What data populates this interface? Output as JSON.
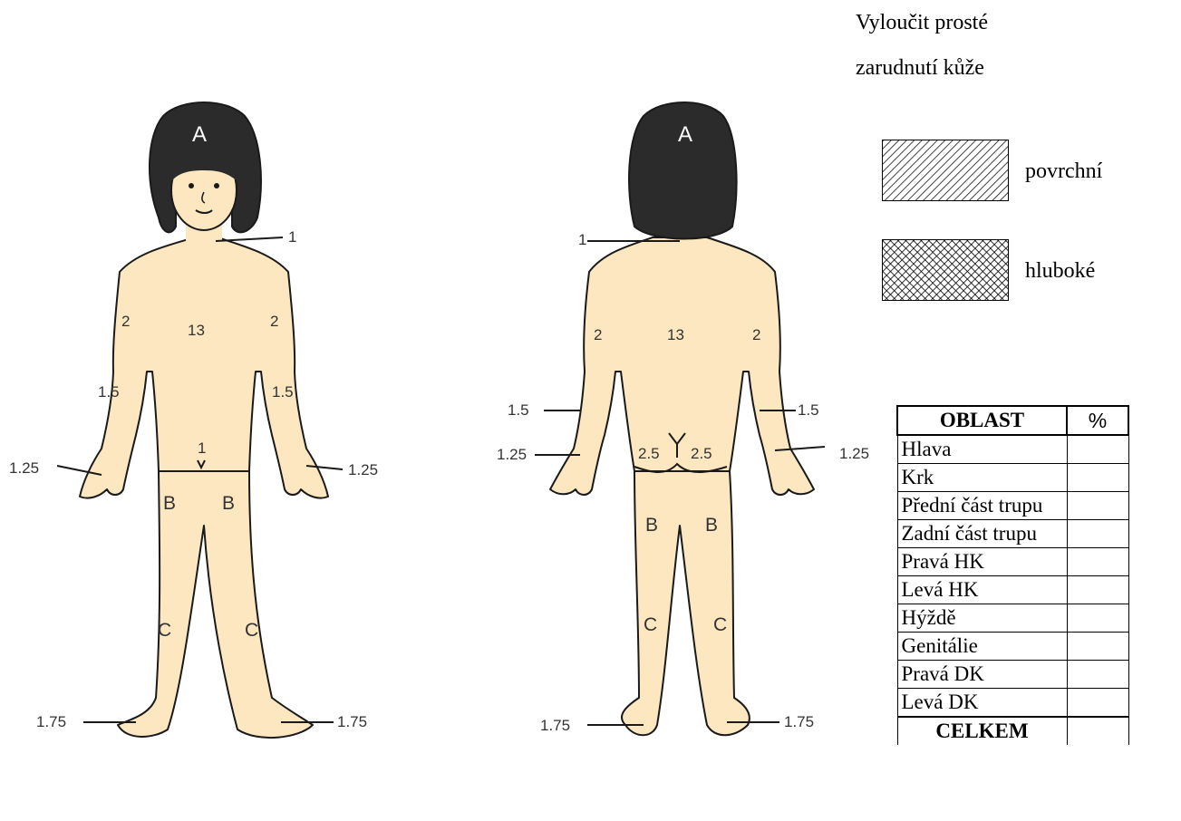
{
  "front_figure": {
    "head_letter": "A",
    "neck": "1",
    "upper_arm_left": "2",
    "upper_arm_right": "2",
    "trunk": "13",
    "forearm_left": "1.5",
    "forearm_right": "1.5",
    "genital": "1",
    "hand_left": "1.25",
    "hand_right": "1.25",
    "thigh_left": "B",
    "thigh_right": "B",
    "leg_left": "C",
    "leg_right": "C",
    "foot_left": "1.75",
    "foot_right": "1.75"
  },
  "back_figure": {
    "head_letter": "A",
    "neck": "1",
    "upper_arm_left": "2",
    "upper_arm_right": "2",
    "trunk": "13",
    "forearm_left": "1.5",
    "forearm_right": "1.5",
    "hand_left": "1.25",
    "hand_right": "1.25",
    "buttock_left": "2.5",
    "buttock_right": "2.5",
    "thigh_left": "B",
    "thigh_right": "B",
    "leg_left": "C",
    "leg_right": "C",
    "foot_left": "1.75",
    "foot_right": "1.75"
  },
  "note": {
    "line1": "Vyloučit prosté",
    "line2": "zarudnutí kůže"
  },
  "legend": {
    "superficial": "povrchní",
    "deep": "hluboké"
  },
  "table": {
    "header_region": "OBLAST",
    "header_percent": "%",
    "rows": [
      "Hlava",
      "Krk",
      "Přední část trupu",
      "Zadní část trupu",
      "Pravá HK",
      "Levá HK",
      "Hýždě",
      "Genitálie",
      "Pravá DK",
      "Levá DK"
    ],
    "total": "CELKEM"
  },
  "colors": {
    "skin": "#fde7c0",
    "hair": "#2b2b2b",
    "outline": "#1a1a1a",
    "label": "#333333"
  }
}
